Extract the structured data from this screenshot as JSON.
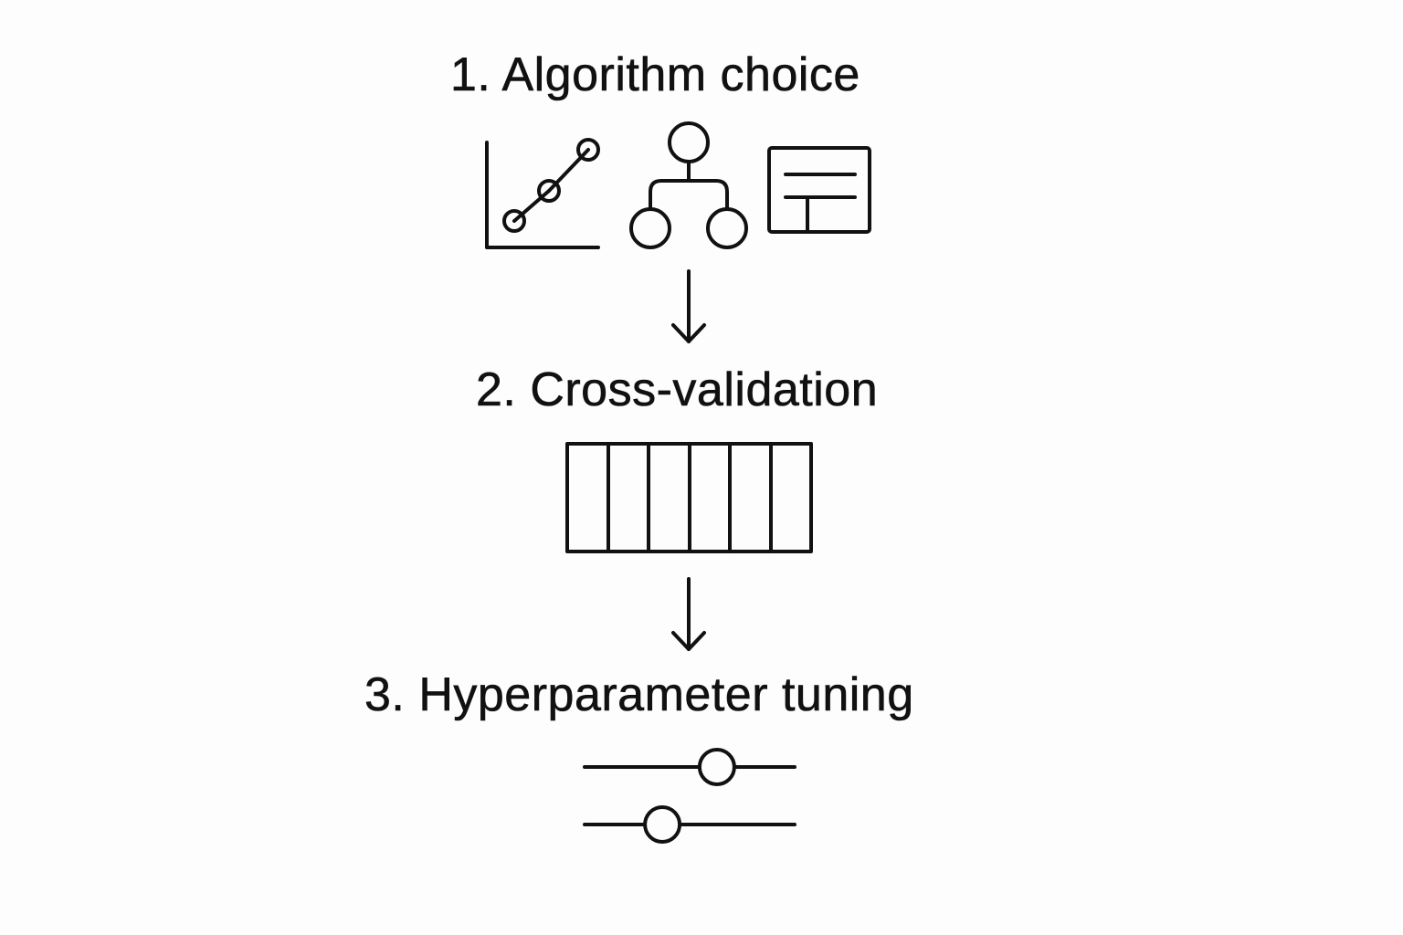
{
  "steps": [
    {
      "title": "1. Algorithm choice"
    },
    {
      "title": "2. Cross-validation"
    },
    {
      "title": "3. Hyperparameter tuning"
    }
  ],
  "icons": {
    "algorithms": [
      "line-chart-icon",
      "decision-tree-icon",
      "table-layout-icon"
    ],
    "cross_validation": "folds-grid-icon",
    "tuning": "sliders-icon",
    "flow": "arrow-down-icon"
  },
  "cross_validation_folds": 6,
  "sliders": [
    {
      "level": 0.63
    },
    {
      "level": 0.37
    }
  ],
  "colors": {
    "background": "#fdfdfd",
    "ink": "#111111"
  }
}
